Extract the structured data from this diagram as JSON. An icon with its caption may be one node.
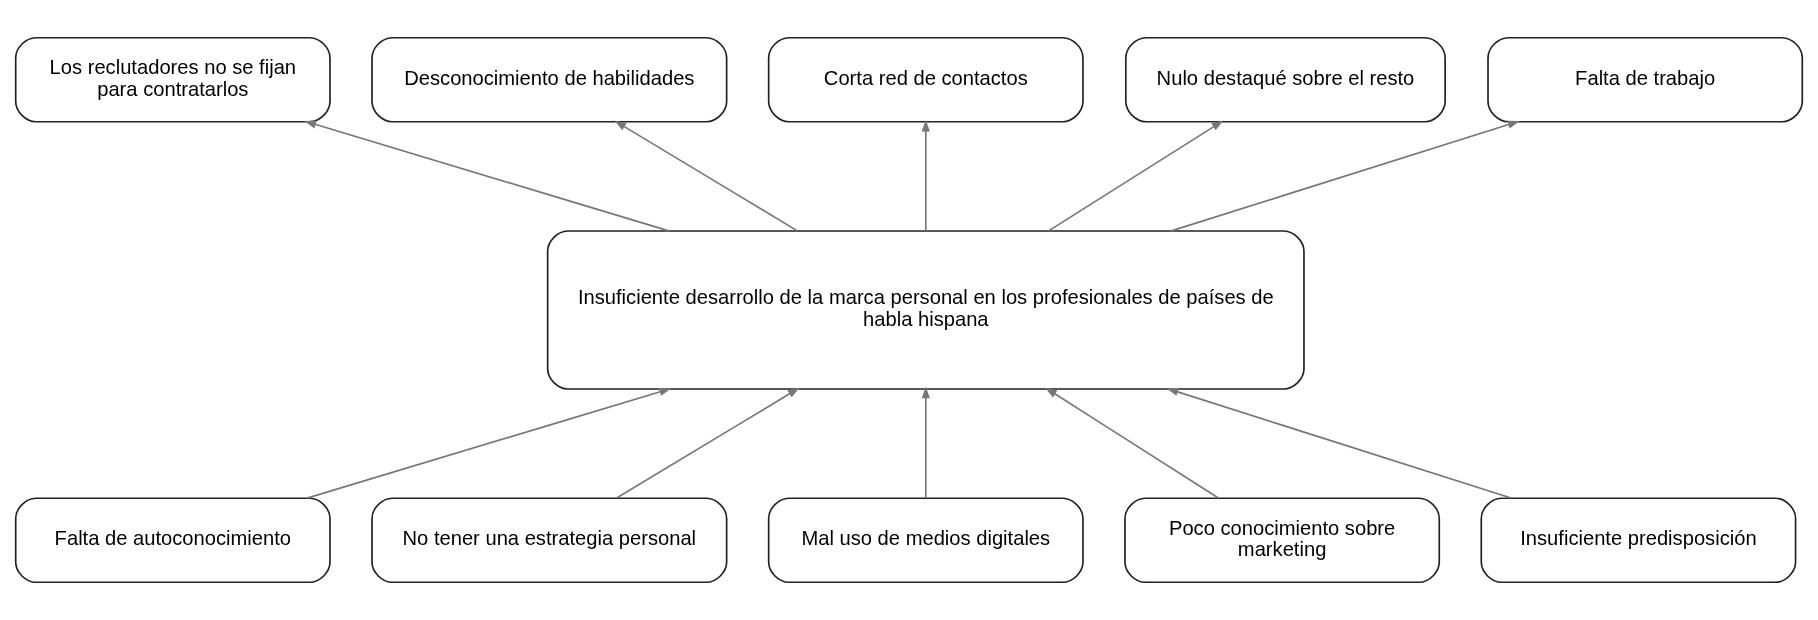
{
  "diagram": {
    "nodes": [
      {
        "text": [
          "Los reclutadores no se fijan para contratarlos"
        ]
      },
      {
        "text": [
          "Desconocimiento de habilidades"
        ]
      },
      {
        "text": [
          "Corta red de contactos"
        ]
      },
      {
        "text": [
          "Nulo destaqué sobre el resto"
        ]
      },
      {
        "text": [
          "Falta de trabajo"
        ]
      },
      {
        "text": [
          "Insuficiente desarrollo de la marca personal en los profesionales de países de habla hispana"
        ]
      },
      {
        "text": [
          "Falta de autoconocimiento"
        ]
      },
      {
        "text": [
          "No tener una estrategia personal"
        ]
      },
      {
        "text": [
          "Mal uso de medios digitales"
        ]
      },
      {
        "text": [
          "Poco conocimiento sobre marketing"
        ]
      },
      {
        "text": [
          "Insuficiente predisposición"
        ]
      }
    ],
    "edges": [
      {
        "from": 5,
        "to": 0,
        "arrow": "to"
      },
      {
        "from": 5,
        "to": 1,
        "arrow": "to"
      },
      {
        "from": 5,
        "to": 2,
        "arrow": "to"
      },
      {
        "from": 5,
        "to": 3,
        "arrow": "to"
      },
      {
        "from": 5,
        "to": 4,
        "arrow": "to"
      },
      {
        "from": 6,
        "to": 5,
        "arrow": "to"
      },
      {
        "from": 7,
        "to": 5,
        "arrow": "to"
      },
      {
        "from": 8,
        "to": 5,
        "arrow": "to"
      },
      {
        "from": 9,
        "to": 5,
        "arrow": "to"
      },
      {
        "from": 10,
        "to": 5,
        "arrow": "to"
      }
    ]
  }
}
